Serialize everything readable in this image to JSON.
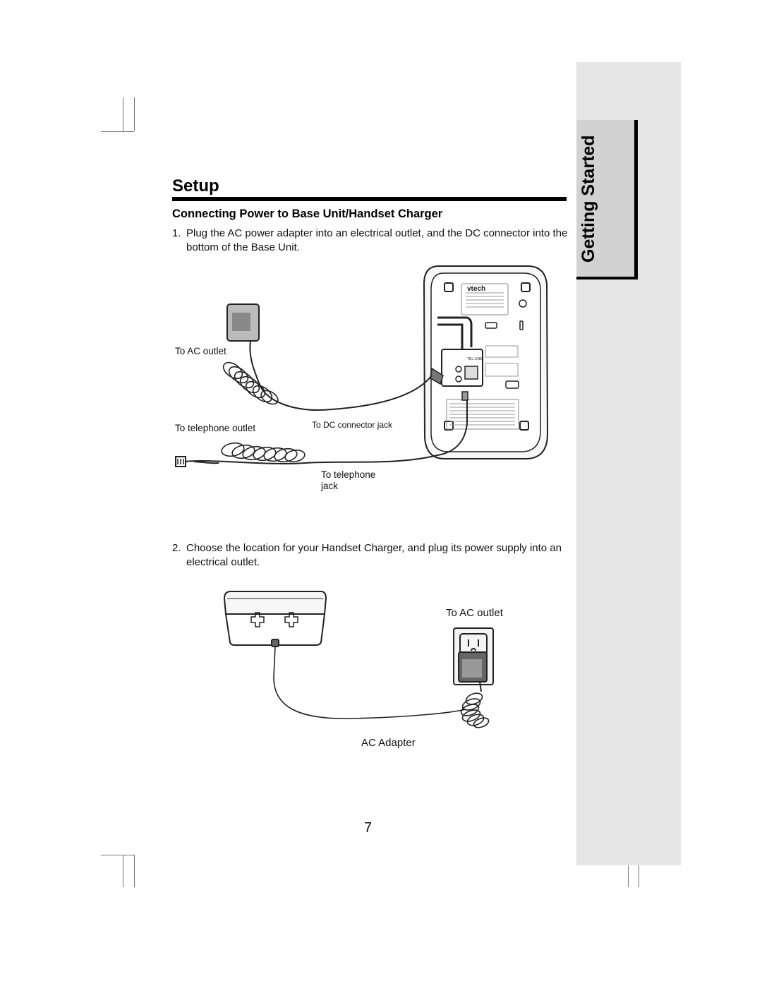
{
  "sidebar": {
    "tab_label": "Getting Started"
  },
  "section_title": "Setup",
  "subheading": "Connecting Power to Base Unit/Handset Charger",
  "steps": [
    {
      "number": "1.",
      "text": "Plug the AC power adapter into an electrical outlet, and the DC connector into the bottom of the Base Unit."
    },
    {
      "number": "2.",
      "text": "Choose the location for your Handset Charger, and plug its power supply into an electrical outlet."
    }
  ],
  "figure1": {
    "labels": {
      "to_ac_outlet": "To AC outlet",
      "to_telephone_outlet": "To telephone outlet",
      "to_dc_connector_jack": "To DC connector jack",
      "to_telephone_jack": "To telephone jack"
    },
    "base_unit": {
      "brand": "vtech",
      "tel_line": "TEL LINE"
    }
  },
  "figure2": {
    "labels": {
      "to_ac_outlet": "To AC outlet",
      "ac_adapter": "AC Adapter"
    }
  },
  "page_number": "7"
}
